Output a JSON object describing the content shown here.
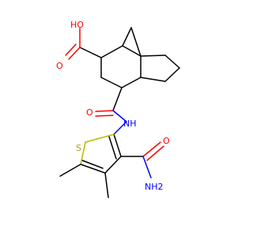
{
  "structure": {
    "labels": {
      "carboxylic_acid_oh": "HO",
      "carboxylic_acid_o": "O",
      "amide_o": "O",
      "amide_nh": "NH",
      "thiophene_s": "S",
      "carboxamide_o": "O",
      "carboxamide_nh2": "NH2"
    },
    "colors": {
      "oxygen": "#ff0000",
      "nitrogen": "#0000ff",
      "sulfur": "#b0a000",
      "carbon_bond": "#000000"
    }
  }
}
